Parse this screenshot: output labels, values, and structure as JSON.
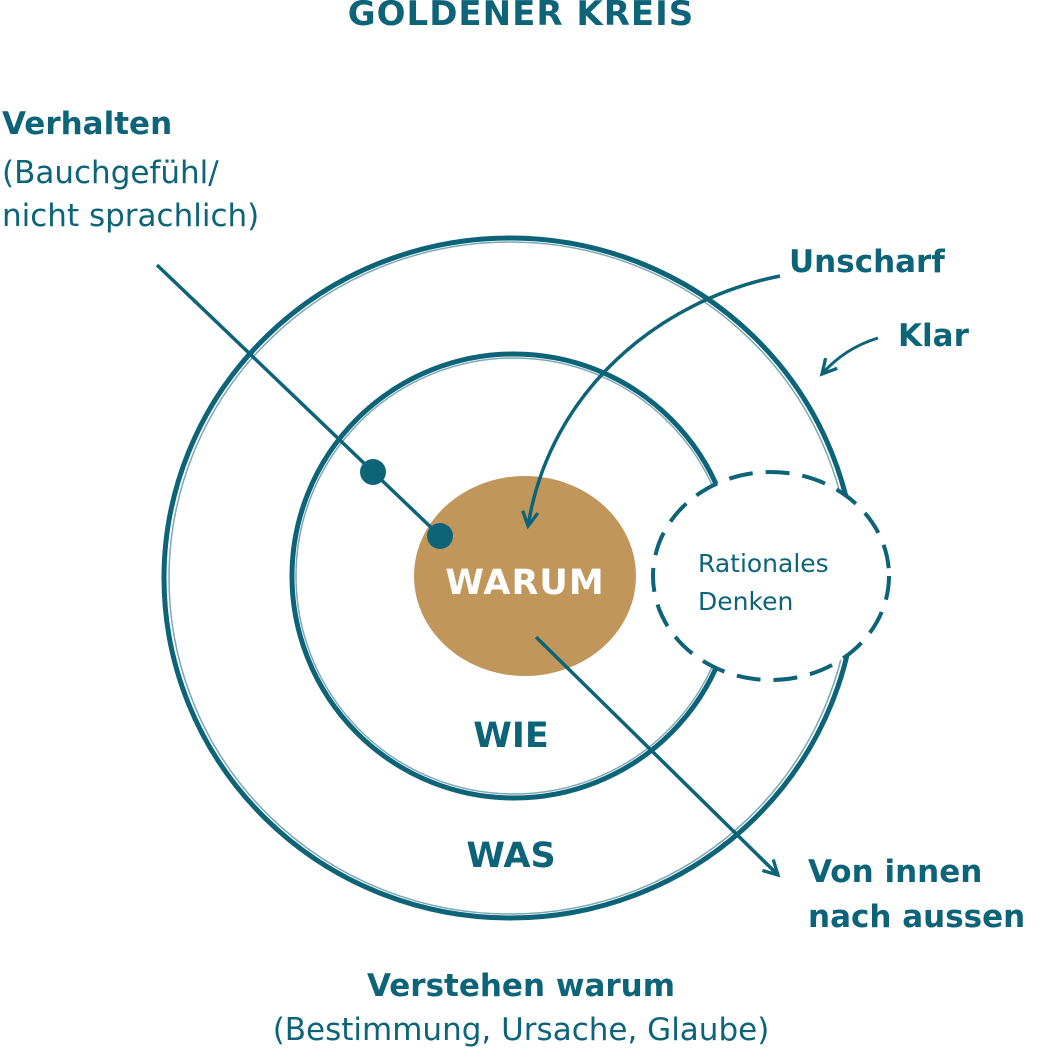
{
  "title": "GOLDENER KREIS",
  "labels": {
    "verhalten": "Verhalten",
    "verhalten_sub": "(Bauchgefühl/\nnicht sprachlich)",
    "unscharf": "Unscharf",
    "klar": "Klar",
    "rational": "Rationales\nDenken",
    "warum": "WARUM",
    "wie": "WIE",
    "was": "WAS",
    "innen": "Von innen\nnach aussen",
    "verstehen": "Verstehen warum",
    "verstehen_sub": "(Bestimmung, Ursache, Glaube)"
  },
  "colors": {
    "teal": "#0d6478",
    "gold": "#c0965a",
    "background": "#ffffff"
  }
}
